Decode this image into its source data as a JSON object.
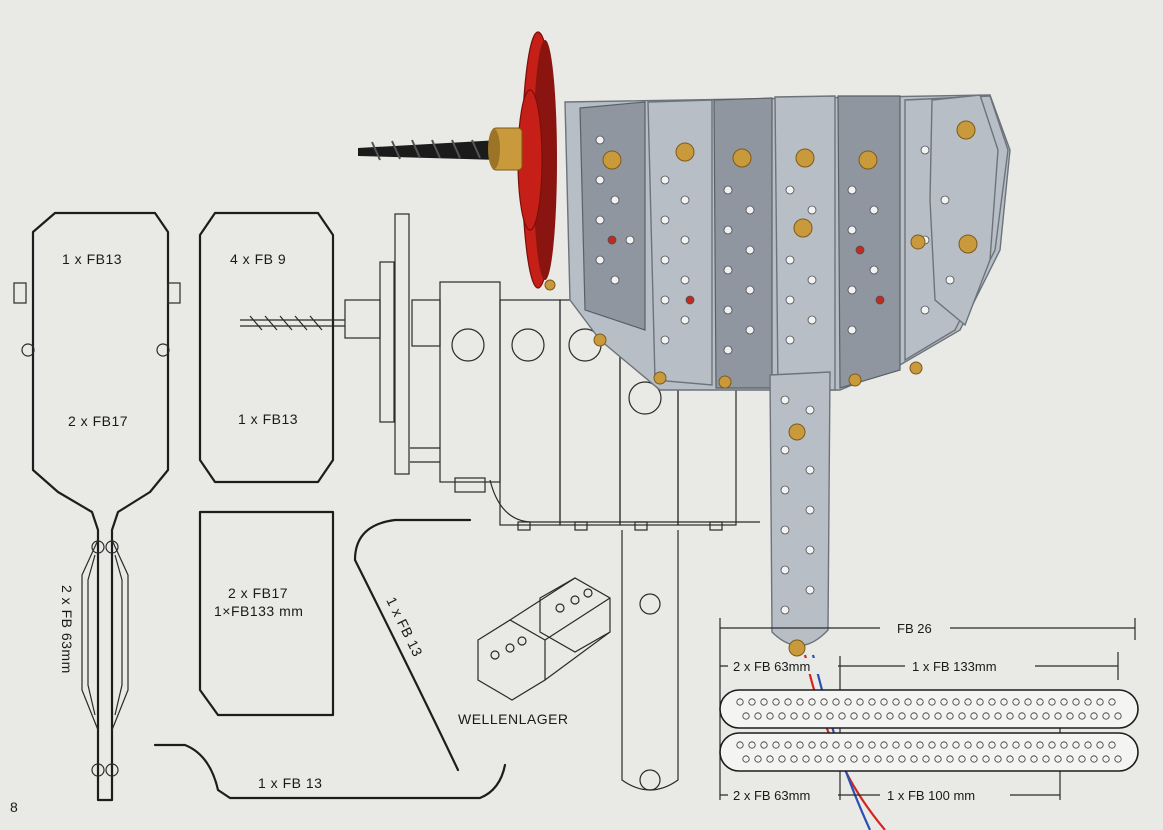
{
  "page_number": "8",
  "plates": {
    "handle_top": "1 x FB13",
    "handle_mid": "2 x FB17",
    "handle_long": "2 x FB 63mm",
    "side_top": "4  x  FB 9",
    "side_mid": "1 x FB13",
    "lower_line1": "2  x FB17",
    "lower_line2": "1×FB133 mm",
    "curve_right": "1 x FB 13",
    "bottom_curve": "1  x   FB  13"
  },
  "bearing_label": "WELLENLAGER",
  "dimensions": {
    "fb26": "FB 26",
    "top_left": "2 x FB 63mm",
    "top_right": "1 x FB 133mm",
    "bottom_left": "2 x FB 63mm",
    "bottom_right": "1 x  FB 100 mm"
  },
  "colors": {
    "paper": "#e9e9e6",
    "ink": "#1d1d1d",
    "metal": "#b8bec6",
    "brass": "#c99a3c",
    "pulley_red": "#c61f17",
    "wire_red": "#d3261d",
    "wire_blue": "#2d4fb3"
  }
}
